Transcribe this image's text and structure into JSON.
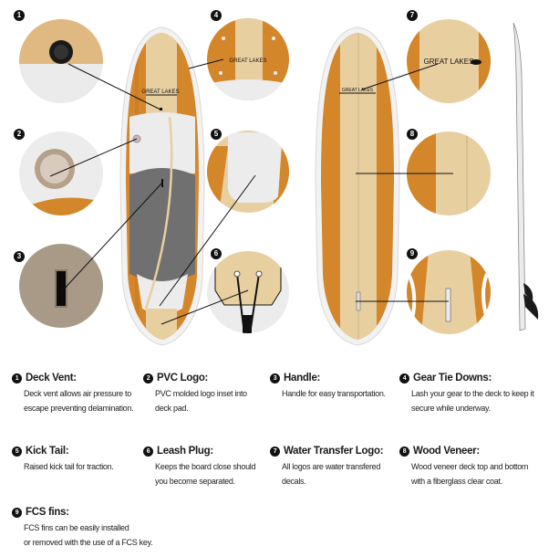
{
  "diagram": {
    "callouts": [
      {
        "n": "1",
        "label": "Deck Vent"
      },
      {
        "n": "2",
        "label": "PVC Logo"
      },
      {
        "n": "3",
        "label": "Handle"
      },
      {
        "n": "4",
        "label": "Gear Tie Downs"
      },
      {
        "n": "5",
        "label": "Kick Tail"
      },
      {
        "n": "6",
        "label": "Leash Plug"
      },
      {
        "n": "7",
        "label": "Water Transfer Logo"
      },
      {
        "n": "8",
        "label": "Wood Veneer"
      },
      {
        "n": "9",
        "label": "FCS fins"
      }
    ],
    "colors": {
      "wood_dark": "#d4862a",
      "wood_light": "#e8cfa0",
      "deck_pad_white": "#ececec",
      "deck_pad_gray": "#707070",
      "rail_white": "#f2f2f2",
      "fin": "#1a1a1a",
      "handle_pad": "#a89a87"
    }
  },
  "features": [
    {
      "n": "1",
      "title": "Deck Vent:",
      "desc": [
        "Deck vent allows air pressure to",
        "escape preventing delamination."
      ]
    },
    {
      "n": "2",
      "title": "PVC Logo:",
      "desc": [
        "PVC molded logo inset into",
        "deck pad."
      ]
    },
    {
      "n": "3",
      "title": "Handle:",
      "desc": [
        "Handle for easy transportation."
      ]
    },
    {
      "n": "4",
      "title": "Gear Tie Downs:",
      "desc": [
        "Lash your gear to the deck to keep it",
        "secure while underway."
      ]
    },
    {
      "n": "5",
      "title": "Kick Tail:",
      "desc": [
        "Raised kick tail for traction."
      ]
    },
    {
      "n": "6",
      "title": "Leash Plug:",
      "desc": [
        "Keeps the board close should",
        "you become separated."
      ]
    },
    {
      "n": "7",
      "title": "Water Transfer Logo:",
      "desc": [
        "All logos are water transfered",
        "decals."
      ]
    },
    {
      "n": "8",
      "title": "Wood Veneer:",
      "desc": [
        "Wood veneer deck top and bottom",
        "with a fiberglass clear coat."
      ]
    },
    {
      "n": "9",
      "title": "FCS fins:",
      "desc": [
        "FCS fins can be easily installed",
        "or removed with the use of a FCS key."
      ]
    }
  ]
}
